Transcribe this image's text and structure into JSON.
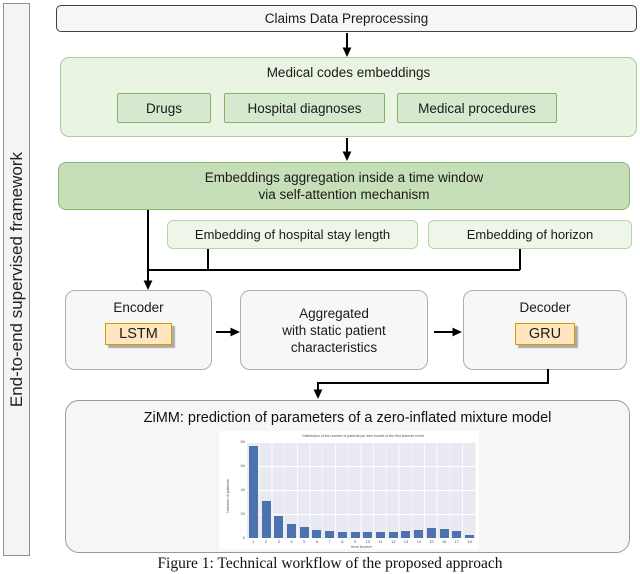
{
  "sidebar": {
    "label": "End-to-end supervised framework"
  },
  "flow": {
    "claims": "Claims Data Preprocessing",
    "medical_codes": {
      "title": "Medical codes embeddings",
      "items": [
        "Drugs",
        "Hospital diagnoses",
        "Medical procedures"
      ]
    },
    "aggregation": {
      "line1": "Embeddings aggregation inside a time window",
      "line2": "via self-attention mechanism"
    },
    "embedding_stay": "Embedding of hospital stay length",
    "embedding_horizon": "Embedding of horizon",
    "encoder": {
      "title": "Encoder",
      "badge": "LSTM"
    },
    "aggregated": {
      "line1": "Aggregated",
      "line2": "with static patient",
      "line3": "characteristics"
    },
    "decoder": {
      "title": "Decoder",
      "badge": "GRU"
    },
    "zimm": {
      "title": "ZiMM: prediction of parameters of a zero-inflated mixture model"
    }
  },
  "caption": "Figure 1: Technical workflow of the proposed approach",
  "colors": {
    "green_container_fill": "#e9f4e2",
    "green_container_border": "#a7ce9b",
    "green_box_fill": "#d6e9ce",
    "green_box_border": "#82b366",
    "green_dark_fill": "#c6dfb8",
    "embed_fill": "#eef6e9",
    "embed_border": "#b3d6a6",
    "gray_fill": "#f7f7f7",
    "gray_border": "#aeaeae",
    "dark_border": "#424242",
    "orange_fill": "#ffe6c0",
    "orange_border": "#d79b00",
    "bar_color": "#4c72b0",
    "plot_bg": "#e9e9f2"
  },
  "chart_data": {
    "type": "bar",
    "title": "Distribution of the number of patients per time bucket of the first adverse event",
    "xlabel": "time bucket",
    "ylabel": "Number of patients",
    "categories": [
      "1",
      "2",
      "3",
      "4",
      "5",
      "6",
      "7",
      "8",
      "9",
      "10",
      "11",
      "12",
      "13",
      "14",
      "15",
      "16",
      "17",
      "18"
    ],
    "values": [
      77,
      31,
      18,
      12,
      9,
      7,
      6,
      5,
      4.8,
      4.8,
      4.8,
      4.8,
      5.5,
      7,
      8,
      7.5,
      6,
      2.8
    ],
    "ylim": [
      0,
      80
    ],
    "y_ticks": [
      "80",
      "60",
      "40",
      "20",
      "0"
    ],
    "grid": true,
    "legend": false
  }
}
